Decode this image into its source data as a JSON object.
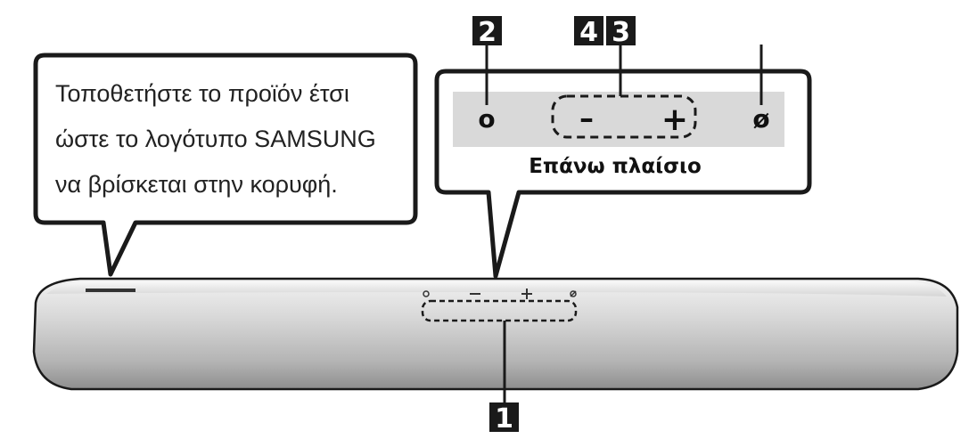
{
  "callout_left": {
    "lines": [
      "Τοποθετήστε το προϊόν έτσι",
      "ώστε το λογότυπο SAMSUNG",
      "να βρίσκεται στην κορυφή."
    ]
  },
  "top_panel": {
    "title": "Επάνω πλαίσιο",
    "power_symbol": "o",
    "minus_symbol": "–",
    "plus_symbol": "+",
    "mic_symbol": "ø"
  },
  "badges": {
    "b1": "1",
    "b2": "2",
    "b3": "3",
    "b4": "4"
  },
  "colors": {
    "line": "#1a1a1a",
    "panel_fill": "#d9d9d9",
    "badge_fill": "#1a1a1a",
    "soundbar_light": "#e3e3e3",
    "soundbar_dark": "#9c9c9c"
  }
}
